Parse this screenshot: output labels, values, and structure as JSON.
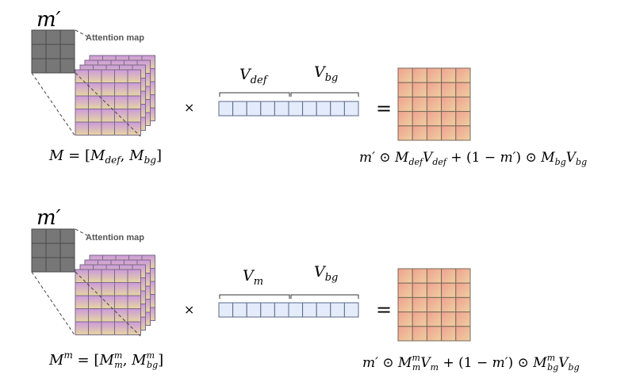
{
  "rows": [
    {
      "mask_label": "m′",
      "attention_label": "Attention map",
      "times": "×",
      "equals": "=",
      "v_left": "V_def",
      "v_right": "V_bg",
      "m_def": "M = [M_def, M_bg]",
      "result": "m′ ⊙ M_def V_def + (1 − m′) ⊙ M_bg V_bg"
    },
    {
      "mask_label": "m′",
      "attention_label": "Attention map",
      "times": "×",
      "equals": "=",
      "v_left": "V_m",
      "v_right": "V_bg",
      "m_def": "M^m = [M^m_m, M^m_bg]",
      "result": "m′ ⊙ M^m_m V_m + (1 − m′) ⊙ M^m_bg V_bg"
    }
  ],
  "colors": {
    "mask": "#777777",
    "attention_top": "#cc99dd",
    "attention_bottom": "#e6d6a0",
    "vector": "#e4ebfa",
    "output_tl": "#f0a090",
    "output_br": "#eed0a0"
  }
}
